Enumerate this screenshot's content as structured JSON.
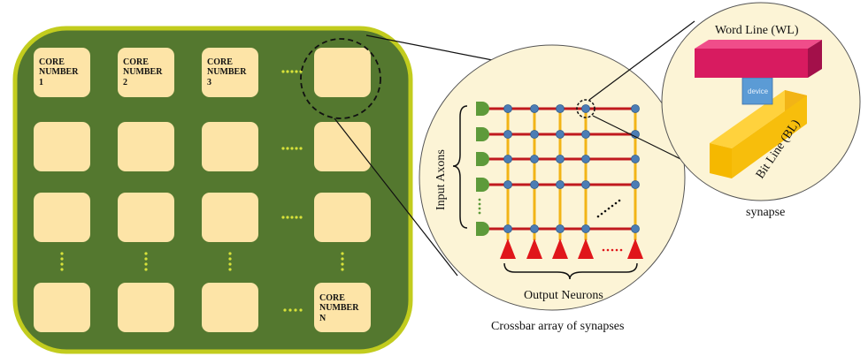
{
  "chip": {
    "core_label_prefix": "CORE",
    "core_label_word": "NUMBER",
    "cores": [
      {
        "number": "1"
      },
      {
        "number": "2"
      },
      {
        "number": "3"
      },
      {
        "number": "N"
      }
    ]
  },
  "crossbar": {
    "input_label": "Input Axons",
    "output_label": "Output Neurons",
    "caption": "Crossbar array of synapses"
  },
  "synapse": {
    "word_line_label": "Word Line (WL)",
    "bit_line_label": "Bit Line (BL)",
    "device_label": "device",
    "caption": "synapse"
  },
  "colors": {
    "chip_fill": "#54782f",
    "chip_border": "#c2cc1e",
    "core_fill": "#fde4a7",
    "crossbar_fill": "#fcf4d6",
    "wire_red": "#c0191e",
    "wire_yellow": "#f2b416",
    "node_blue": "#4c7db5",
    "axon_green": "#5d9a3a",
    "neuron_red": "#e0161b",
    "word_line": "#d81b60",
    "bit_line": "#f5b800",
    "device": "#5b9bd5"
  }
}
